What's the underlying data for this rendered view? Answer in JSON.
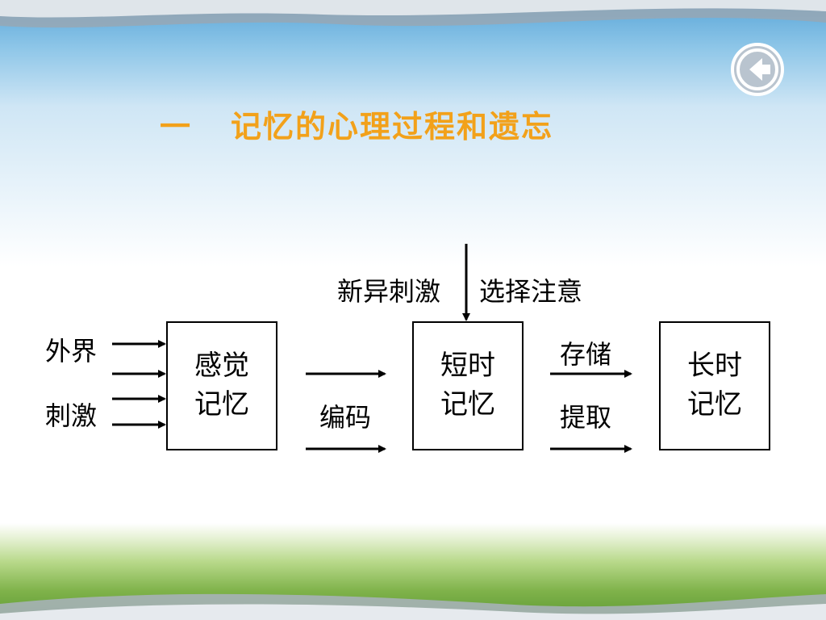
{
  "title": {
    "number": "一",
    "text": "记忆的心理过程和遗忘"
  },
  "nav": {
    "back_icon": "circle-left-arrow-icon"
  },
  "diagram": {
    "input_label_1": "外界",
    "input_label_2": "刺激",
    "box_sensory_line1": "感觉",
    "box_sensory_line2": "记忆",
    "encode_label": "编码",
    "top_label_left": "新异刺激",
    "top_label_right": "选择注意",
    "box_short_line1": "短时",
    "box_short_line2": "记忆",
    "store_label": "存储",
    "retrieve_label": "提取",
    "box_long_line1": "长时",
    "box_long_line2": "记忆"
  }
}
